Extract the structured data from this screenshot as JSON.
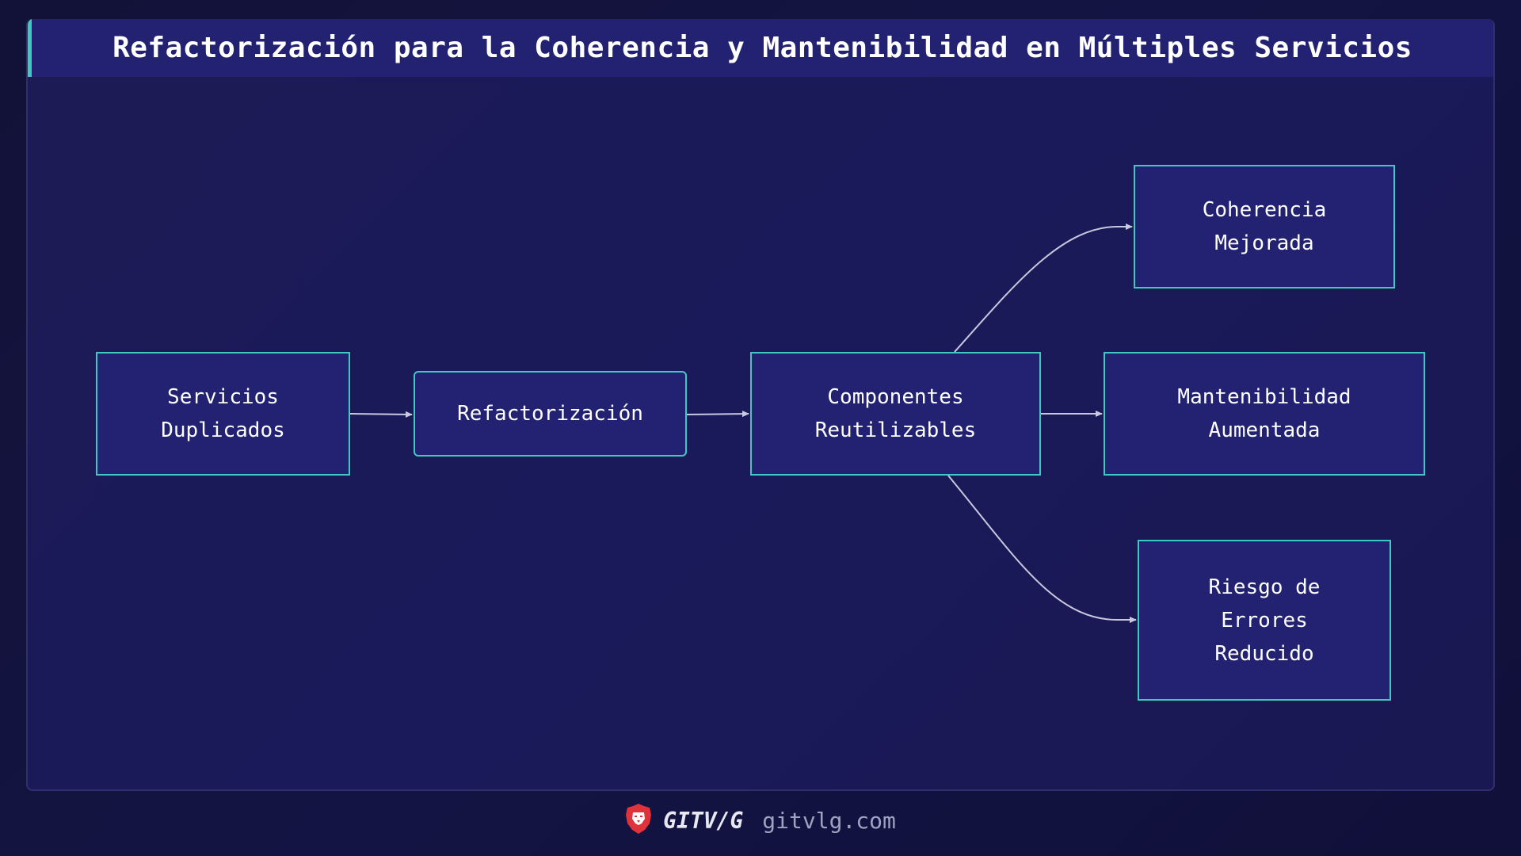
{
  "header": {
    "title": "Refactorización para la Coherencia y Mantenibilidad en Múltiples Servicios"
  },
  "nodes": {
    "servicios": {
      "line1": "Servicios",
      "line2": "Duplicados"
    },
    "refactor": {
      "line1": "Refactorización"
    },
    "componentes": {
      "line1": "Componentes",
      "line2": "Reutilizables"
    },
    "coherencia": {
      "line1": "Coherencia",
      "line2": "Mejorada"
    },
    "mantenibilidad": {
      "line1": "Mantenibilidad",
      "line2": "Aumentada"
    },
    "riesgo": {
      "line1": "Riesgo de",
      "line2": "Errores",
      "line3": "Reducido"
    }
  },
  "edges": [
    {
      "from": "Servicios Duplicados",
      "to": "Refactorización"
    },
    {
      "from": "Refactorización",
      "to": "Componentes Reutilizables"
    },
    {
      "from": "Componentes Reutilizables",
      "to": "Coherencia Mejorada"
    },
    {
      "from": "Componentes Reutilizables",
      "to": "Mantenibilidad Aumentada"
    },
    {
      "from": "Componentes Reutilizables",
      "to": "Riesgo de Errores Reducido"
    }
  ],
  "footer": {
    "logo_icon": "lion-shield-icon",
    "brand": "GITV/G",
    "url": "gitvlg.com"
  },
  "colors": {
    "node_fill": "#232272",
    "node_border": "#3fc9c0",
    "accent": "#3fc9c0",
    "edge": "#c8c8de",
    "logo": "#e0323a"
  }
}
